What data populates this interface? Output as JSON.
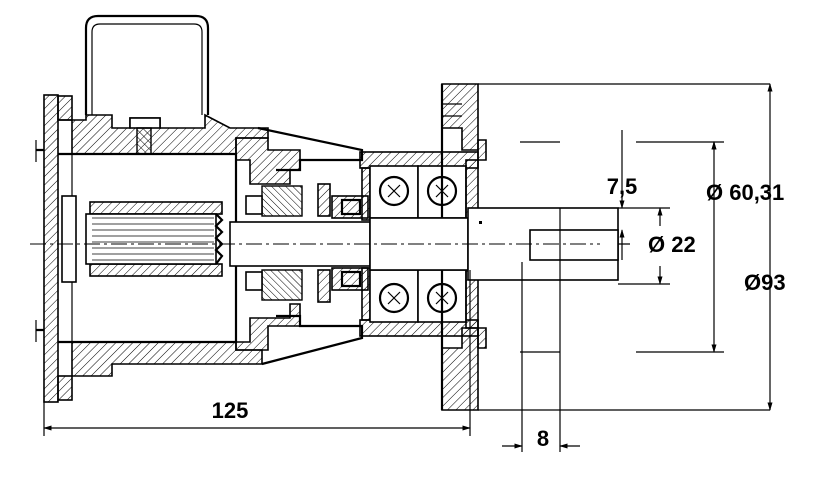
{
  "dimensions": {
    "length_total": "125",
    "offset": "8",
    "shaft_flat": "7,5",
    "shaft_diameter": "Ø 22",
    "bolt_circle": "Ø 60,31",
    "flange_diameter": "Ø93"
  }
}
